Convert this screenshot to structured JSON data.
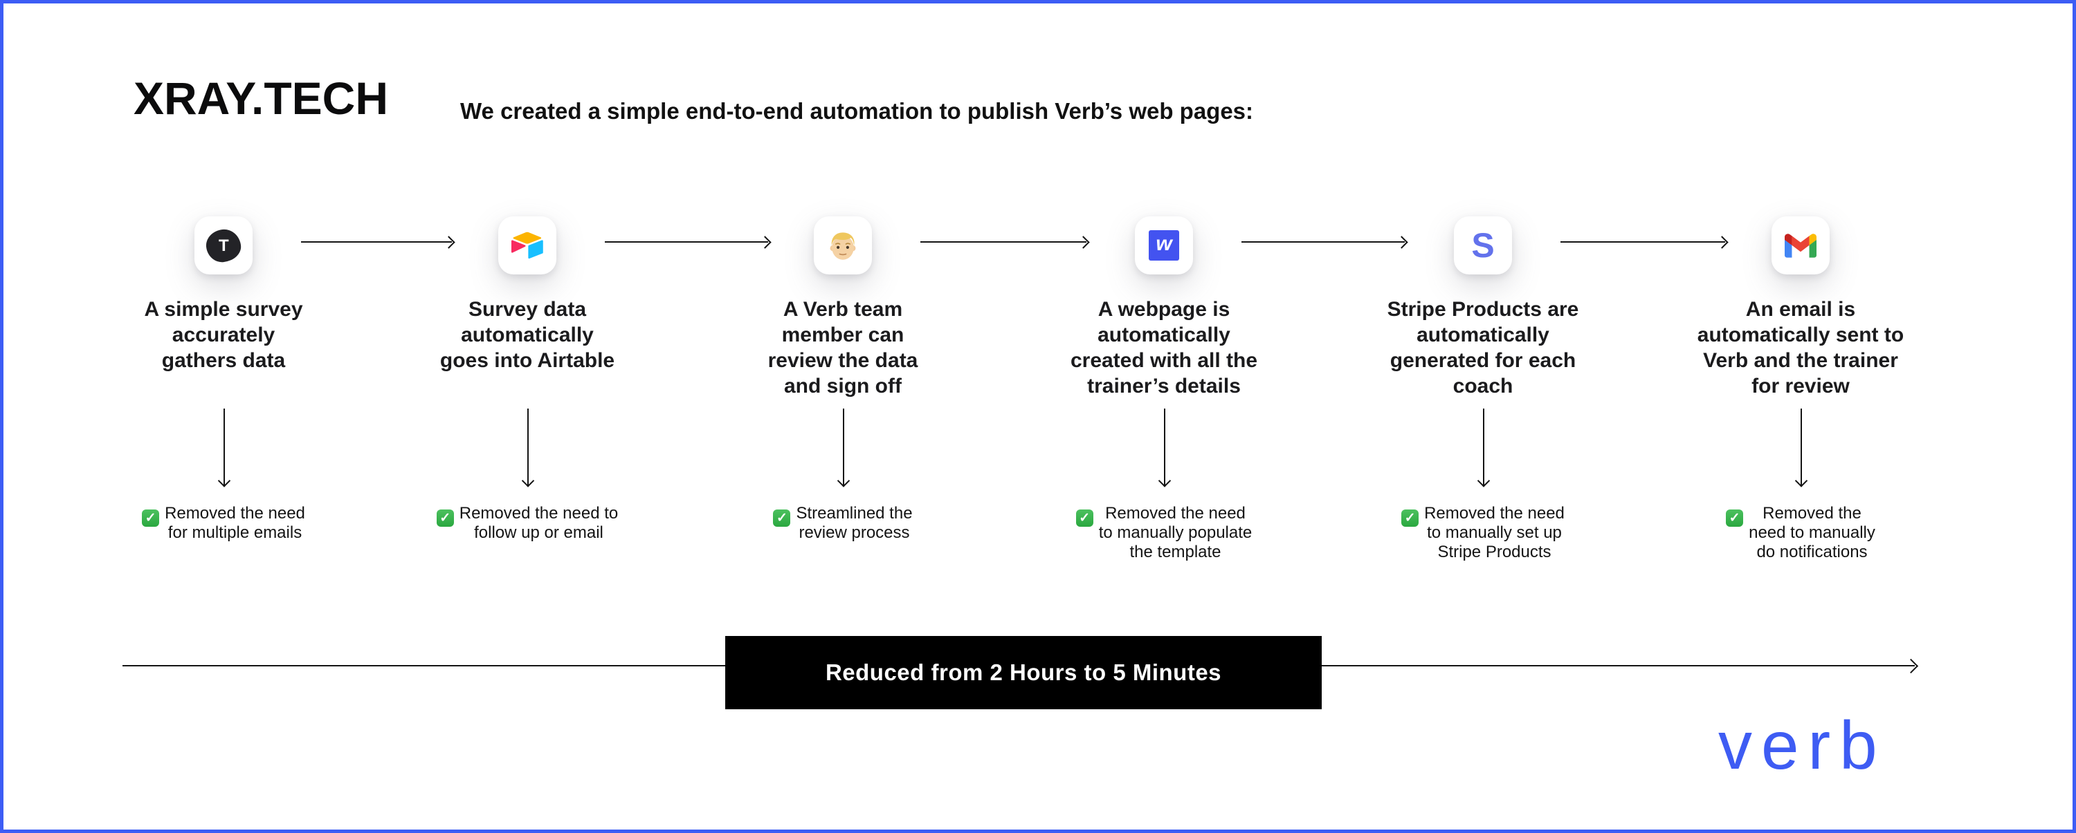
{
  "page": {
    "background": "#ffffff",
    "border_color": "#3D5DF5"
  },
  "brand": {
    "logo_text": "XRAY.TECH"
  },
  "header": {
    "text": "We created a simple end-to-end automation to publish Verb’s web pages:"
  },
  "steps": [
    {
      "app": "Typeform",
      "letter": "T",
      "title": "A simple survey\naccurately\ngathers data",
      "benefit": "Removed the need\nfor multiple emails"
    },
    {
      "app": "Airtable",
      "title": "Survey data\nautomatically\ngoes into Airtable",
      "benefit": "Removed the need to\nfollow up or email"
    },
    {
      "app": "Person",
      "title": "A Verb team\nmember can\nreview the data\nand sign off",
      "benefit": "Streamlined the\nreview process"
    },
    {
      "app": "Webflow",
      "letter": "w",
      "title": "A webpage is\nautomatically\ncreated with all the\ntrainer’s details",
      "benefit": "Removed the need\nto manually populate\nthe template"
    },
    {
      "app": "Stripe",
      "letter": "S",
      "title": "Stripe Products are\nautomatically\ngenerated for each\ncoach",
      "benefit": "Removed the need\nto manually set up\nStripe Products"
    },
    {
      "app": "Gmail",
      "title": "An email is\nautomatically sent to\nVerb and the trainer\nfor review",
      "benefit": "Removed the\nneed to manually\ndo notifications"
    }
  ],
  "banner": {
    "text": "Reduced from 2 Hours to 5 Minutes",
    "background": "#000000",
    "text_color": "#ffffff"
  },
  "client_logo": {
    "text": "verb",
    "color": "#3E5CF3"
  },
  "glyphs": {
    "check": "✓"
  },
  "colors": {
    "check_green": "#36B24A",
    "typeform_dark": "#232327",
    "webflow_blue": "#4353F0",
    "stripe_indigo": "#6372EC",
    "airtable_yellow": "#FCB400",
    "airtable_blue": "#18BFFF",
    "airtable_red": "#F82B60",
    "gmail_blue": "#4285F4",
    "gmail_green": "#34A853",
    "gmail_red": "#EA4335",
    "gmail_yellow": "#FBBC04"
  }
}
